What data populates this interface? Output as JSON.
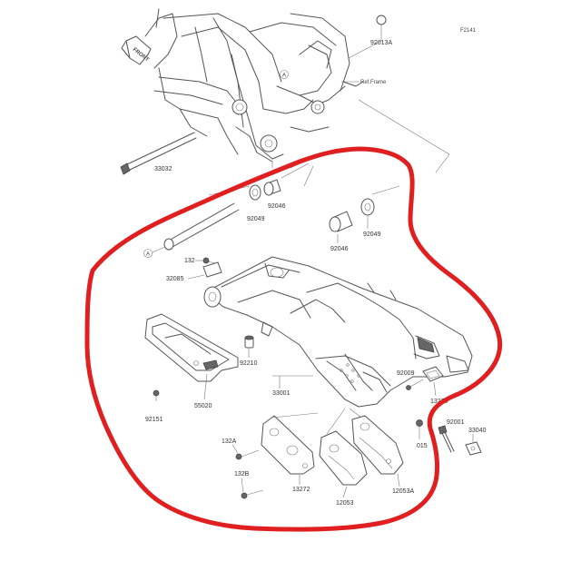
{
  "figure_id": "F2141",
  "reference_label": "Ref.Frame",
  "front_label": "FRONT",
  "callout_letter": "A",
  "highlight_color": "#e02020",
  "line_color": "#555555",
  "parts": {
    "p92013A": "92013A",
    "p33032": "33032",
    "p92049a": "92049",
    "p92046a": "92046",
    "p92046b": "92046",
    "p92049b": "92049",
    "p132": "132",
    "p32085": "32085",
    "p92210": "92210",
    "p33001": "33001",
    "p92009": "92009",
    "p13270": "13270",
    "p92151": "92151",
    "p55020": "55020",
    "p92001": "92001",
    "p33040": "33040",
    "p015": "015",
    "p132A": "132A",
    "p132B": "132B",
    "p13272": "13272",
    "p12053": "12053",
    "p12053A": "12053A"
  }
}
